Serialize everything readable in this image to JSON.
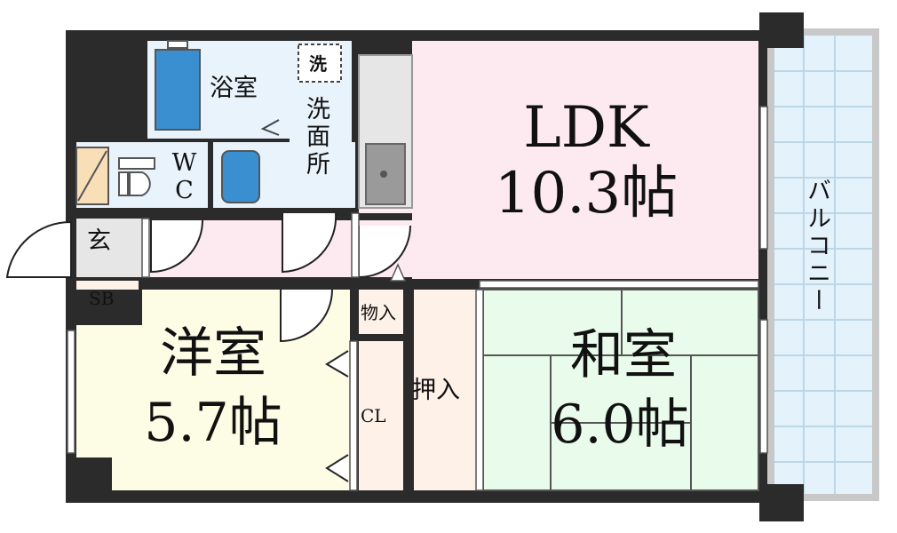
{
  "rooms": {
    "ldk": {
      "name": "LDK",
      "size": "10.3帖"
    },
    "western": {
      "name": "洋室",
      "size": "5.7帖"
    },
    "japanese": {
      "name": "和室",
      "size": "6.0帖"
    },
    "bath": "浴室",
    "washroom": "洗面所",
    "wc": "WC",
    "entrance": "玄",
    "sb": "SB",
    "storage": "物入",
    "closet": "CL",
    "oshiire": "押入",
    "balcony": "バルコニー",
    "washer": "洗"
  },
  "colors": {
    "wall": "#2b2b2b",
    "ldk": "#fdeaf1",
    "western": "#fdfde6",
    "japanese": "#e9fbea",
    "wet": "#e8f3fb",
    "storage": "#fdf1e8",
    "corridor": "#fdeaf1",
    "balcony": "#e3f2fb"
  }
}
